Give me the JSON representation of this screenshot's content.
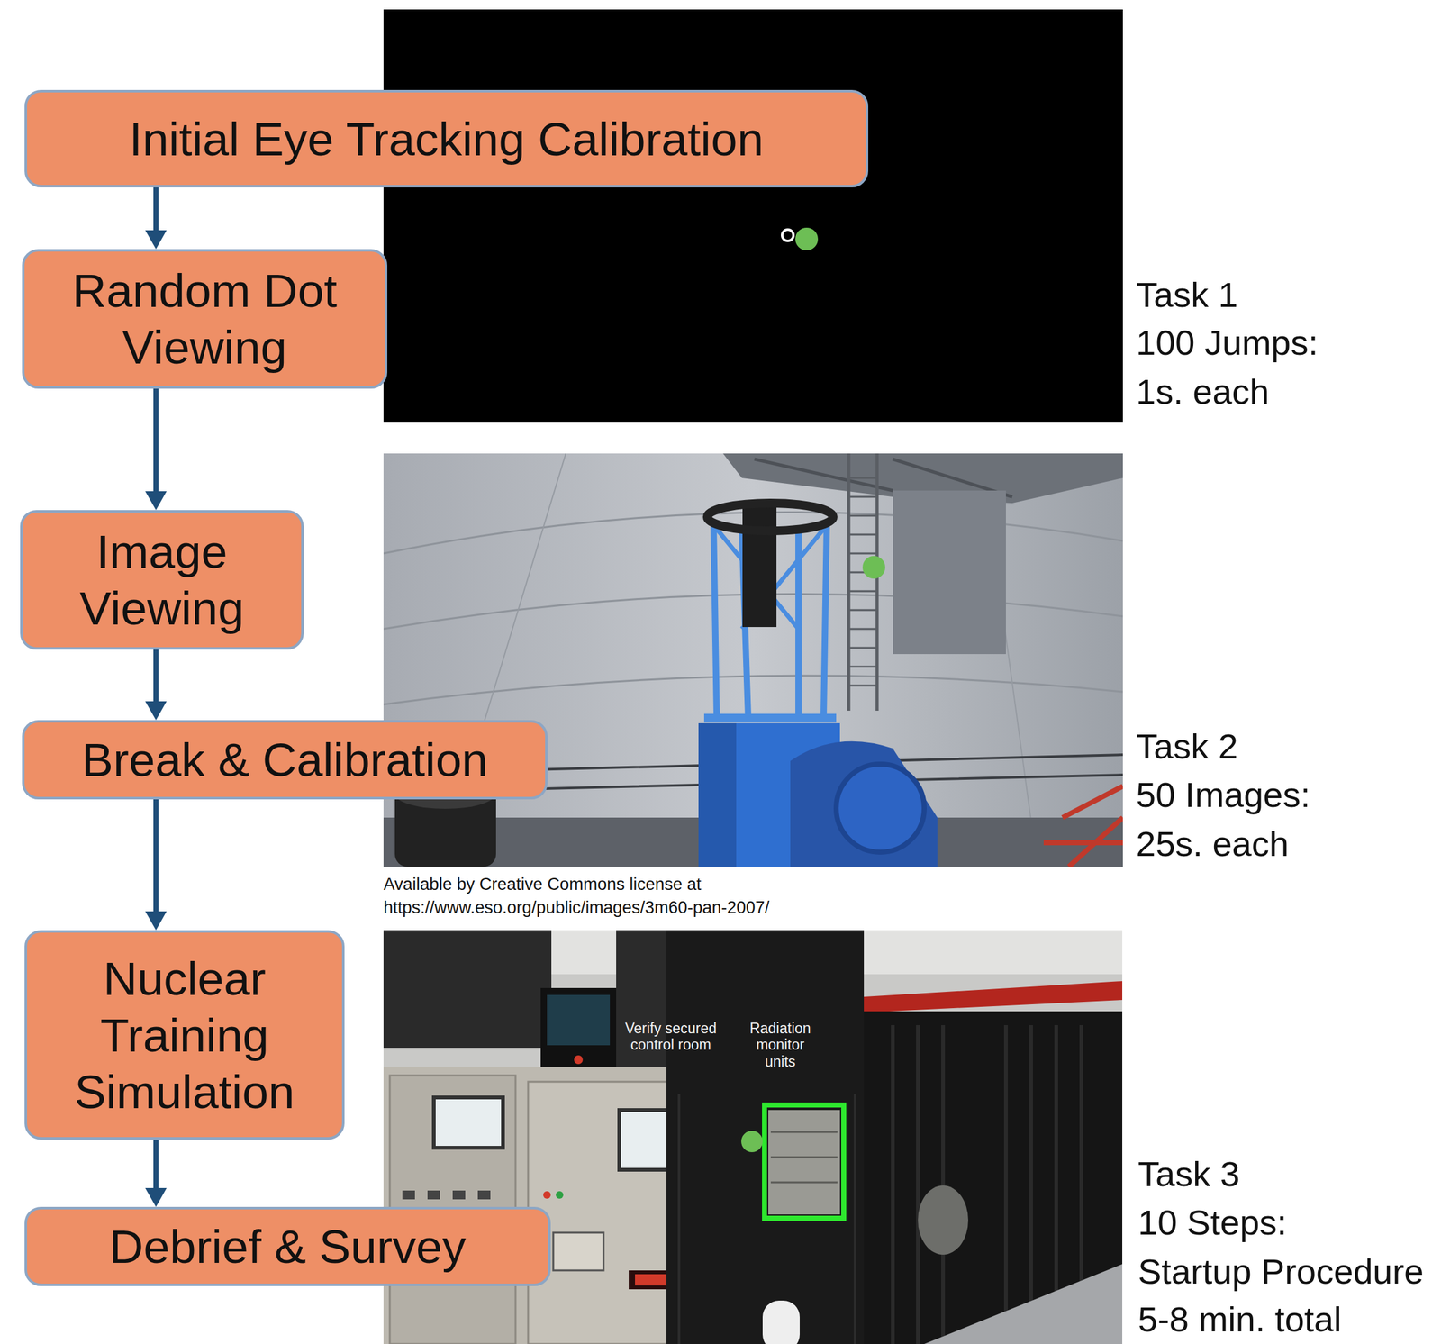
{
  "diagram": {
    "nodes": [
      {
        "text": [
          "Initial Eye Tracking Calibration"
        ]
      },
      {
        "text": [
          "Random Dot Viewing"
        ]
      },
      {
        "text": [
          "Image Viewing"
        ]
      },
      {
        "text": [
          "Break & Calibration"
        ]
      },
      {
        "text": [
          "Nuclear Training Simulation"
        ]
      },
      {
        "text": [
          "Debrief & Survey"
        ]
      }
    ],
    "edges": [
      {
        "from": 0,
        "to": 1,
        "arrow": "to"
      },
      {
        "from": 1,
        "to": 2,
        "arrow": "to"
      },
      {
        "from": 2,
        "to": 3,
        "arrow": "to"
      },
      {
        "from": 3,
        "to": 4,
        "arrow": "to"
      },
      {
        "from": 4,
        "to": 5,
        "arrow": "to"
      }
    ],
    "labels": [
      "Task 1",
      "100 Jumps:",
      "1s. each",
      "Task 2",
      "50 Images:",
      "25s. each",
      "Available by Creative Commons license at",
      "https://www.eso.org/public/images/3m60-pan-2007/",
      "Verify secured control room",
      "Radiation monitor units",
      "Task 3",
      "10 Steps:",
      "Startup Procedure",
      "5-8 min. total"
    ]
  }
}
